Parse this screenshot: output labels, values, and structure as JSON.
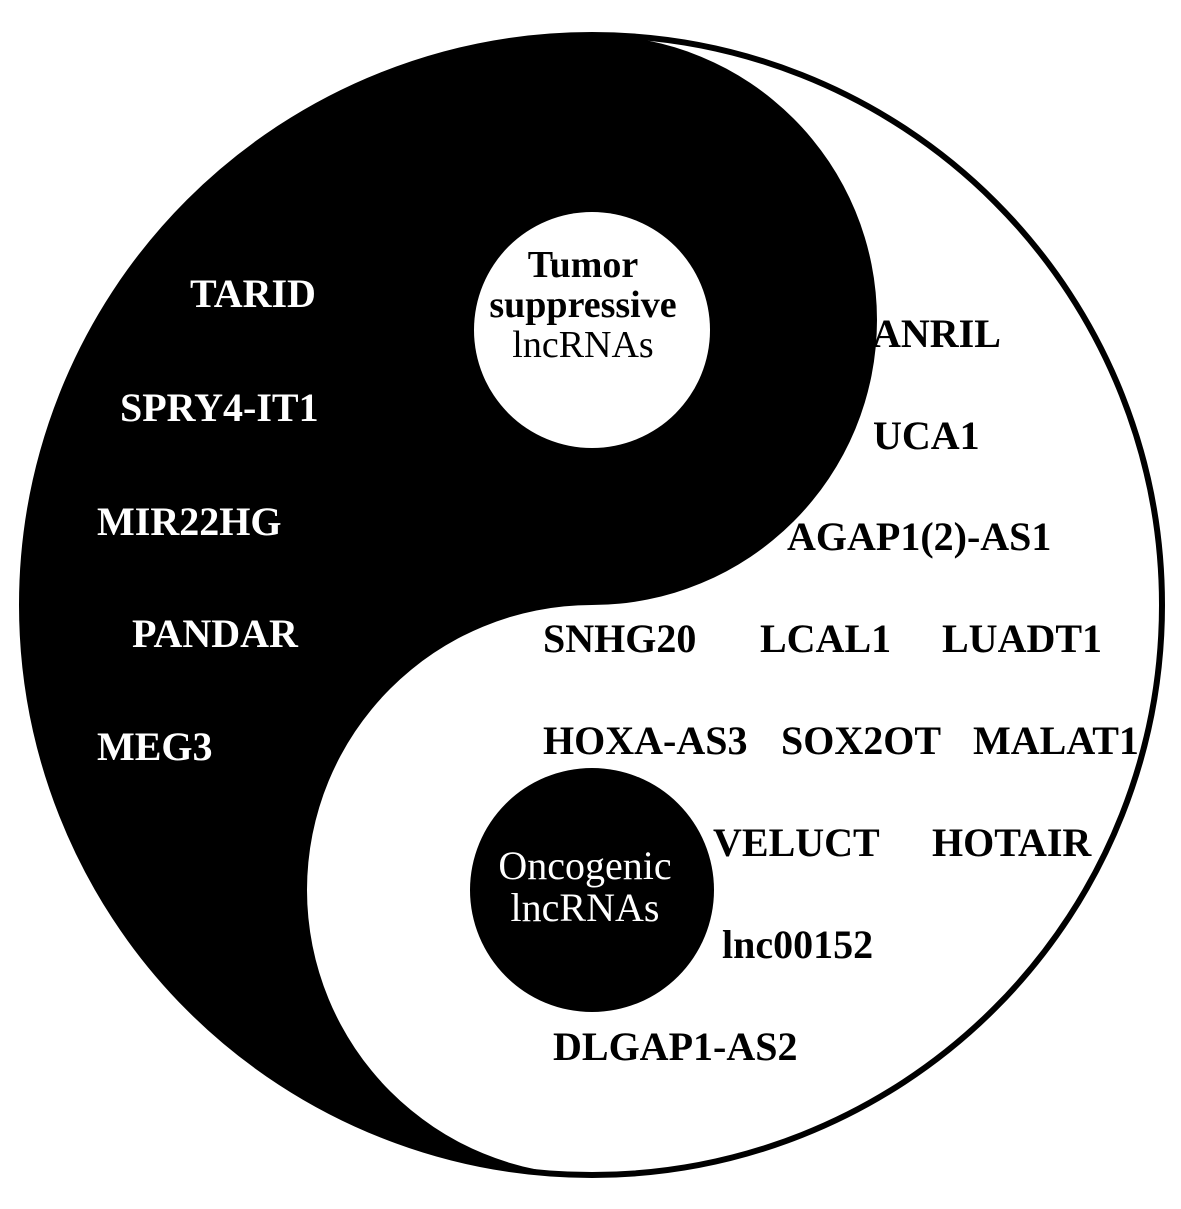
{
  "colors": {
    "dark": "#000000",
    "light": "#ffffff"
  },
  "tumor_center": {
    "lines": [
      "Tumor",
      "suppressive",
      "lncRNAs"
    ]
  },
  "oncogenic_center": {
    "lines": [
      "Oncogenic",
      "lncRNAs"
    ]
  },
  "tumor_suppressive_lncrnas": [
    "TARID",
    "SPRY4-IT1",
    "MIR22HG",
    "PANDAR",
    "MEG3"
  ],
  "oncogenic_lncrnas": [
    "ANRIL",
    "UCA1",
    "AGAP1(2)-AS1",
    "SNHG20",
    "LCAL1",
    "LUADT1",
    "HOXA-AS3",
    "SOX2OT",
    "MALAT1",
    "VELUCT",
    "HOTAIR",
    "lnc00152",
    "DLGAP1-AS2"
  ]
}
